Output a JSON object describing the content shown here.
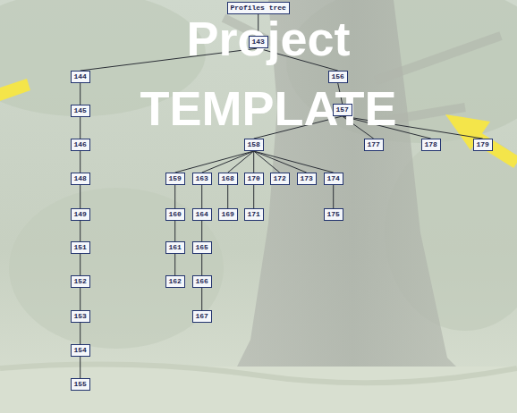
{
  "diagram": {
    "nodes": [
      {
        "text": [
          "Profiles tree"
        ]
      },
      {
        "text": [
          "143"
        ]
      },
      {
        "text": [
          "144"
        ]
      },
      {
        "text": [
          "145"
        ]
      },
      {
        "text": [
          "146"
        ]
      },
      {
        "text": [
          "148"
        ]
      },
      {
        "text": [
          "149"
        ]
      },
      {
        "text": [
          "151"
        ]
      },
      {
        "text": [
          "152"
        ]
      },
      {
        "text": [
          "153"
        ]
      },
      {
        "text": [
          "154"
        ]
      },
      {
        "text": [
          "155"
        ]
      },
      {
        "text": [
          "156"
        ]
      },
      {
        "text": [
          "157"
        ]
      },
      {
        "text": [
          "158"
        ]
      },
      {
        "text": [
          "159"
        ]
      },
      {
        "text": [
          "160"
        ]
      },
      {
        "text": [
          "161"
        ]
      },
      {
        "text": [
          "162"
        ]
      },
      {
        "text": [
          "163"
        ]
      },
      {
        "text": [
          "164"
        ]
      },
      {
        "text": [
          "165"
        ]
      },
      {
        "text": [
          "166"
        ]
      },
      {
        "text": [
          "167"
        ]
      },
      {
        "text": [
          "168"
        ]
      },
      {
        "text": [
          "169"
        ]
      },
      {
        "text": [
          "170"
        ]
      },
      {
        "text": [
          "171"
        ]
      },
      {
        "text": [
          "172"
        ]
      },
      {
        "text": [
          "173"
        ]
      },
      {
        "text": [
          "174"
        ]
      },
      {
        "text": [
          "175"
        ]
      },
      {
        "text": [
          "177"
        ]
      },
      {
        "text": [
          "178"
        ]
      },
      {
        "text": [
          "179"
        ]
      }
    ],
    "edges": [
      {
        "from": 0,
        "to": 1,
        "arrow": "none"
      },
      {
        "from": 1,
        "to": 2,
        "arrow": "none"
      },
      {
        "from": 2,
        "to": 3,
        "arrow": "none"
      },
      {
        "from": 3,
        "to": 4,
        "arrow": "none"
      },
      {
        "from": 4,
        "to": 5,
        "arrow": "none"
      },
      {
        "from": 5,
        "to": 6,
        "arrow": "none"
      },
      {
        "from": 6,
        "to": 7,
        "arrow": "none"
      },
      {
        "from": 7,
        "to": 8,
        "arrow": "none"
      },
      {
        "from": 8,
        "to": 9,
        "arrow": "none"
      },
      {
        "from": 9,
        "to": 10,
        "arrow": "none"
      },
      {
        "from": 10,
        "to": 11,
        "arrow": "none"
      },
      {
        "from": 1,
        "to": 12,
        "arrow": "none"
      },
      {
        "from": 12,
        "to": 13,
        "arrow": "none"
      },
      {
        "from": 13,
        "to": 14,
        "arrow": "none"
      },
      {
        "from": 14,
        "to": 15,
        "arrow": "none"
      },
      {
        "from": 15,
        "to": 16,
        "arrow": "none"
      },
      {
        "from": 16,
        "to": 17,
        "arrow": "none"
      },
      {
        "from": 17,
        "to": 18,
        "arrow": "none"
      },
      {
        "from": 14,
        "to": 19,
        "arrow": "none"
      },
      {
        "from": 19,
        "to": 20,
        "arrow": "none"
      },
      {
        "from": 20,
        "to": 21,
        "arrow": "none"
      },
      {
        "from": 21,
        "to": 22,
        "arrow": "none"
      },
      {
        "from": 22,
        "to": 23,
        "arrow": "none"
      },
      {
        "from": 14,
        "to": 24,
        "arrow": "none"
      },
      {
        "from": 24,
        "to": 25,
        "arrow": "none"
      },
      {
        "from": 14,
        "to": 26,
        "arrow": "none"
      },
      {
        "from": 26,
        "to": 27,
        "arrow": "none"
      },
      {
        "from": 14,
        "to": 28,
        "arrow": "none"
      },
      {
        "from": 14,
        "to": 29,
        "arrow": "none"
      },
      {
        "from": 14,
        "to": 30,
        "arrow": "none"
      },
      {
        "from": 30,
        "to": 31,
        "arrow": "none"
      },
      {
        "from": 13,
        "to": 32,
        "arrow": "none"
      },
      {
        "from": 13,
        "to": 33,
        "arrow": "none"
      },
      {
        "from": 13,
        "to": 34,
        "arrow": "none"
      }
    ],
    "labels": [
      "Project TEMPLATE"
    ]
  }
}
